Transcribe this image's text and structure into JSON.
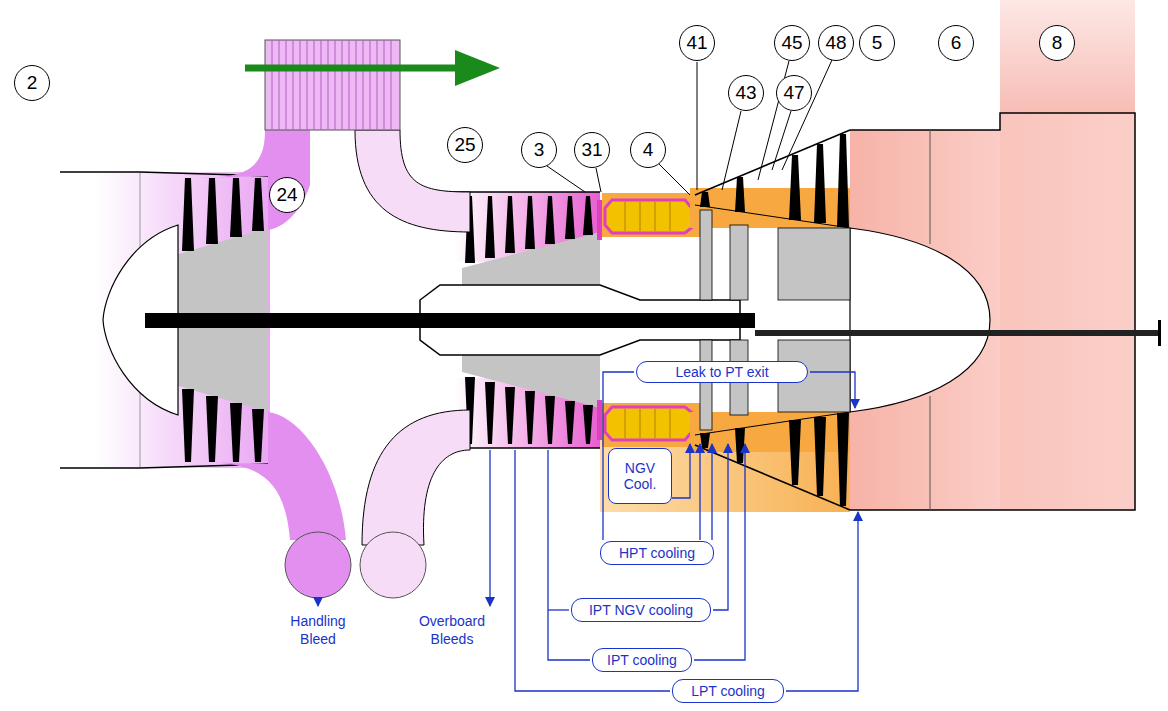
{
  "diagram": {
    "nodes": [
      {
        "text": [
          "2"
        ]
      },
      {
        "text": [
          "24"
        ]
      },
      {
        "text": [
          "25"
        ]
      },
      {
        "text": [
          "3"
        ]
      },
      {
        "text": [
          "31"
        ]
      },
      {
        "text": [
          "4"
        ]
      },
      {
        "text": [
          "41"
        ]
      },
      {
        "text": [
          "43"
        ]
      },
      {
        "text": [
          "45"
        ]
      },
      {
        "text": [
          "47"
        ]
      },
      {
        "text": [
          "48"
        ]
      },
      {
        "text": [
          "5"
        ]
      },
      {
        "text": [
          "6"
        ]
      },
      {
        "text": [
          "8"
        ]
      },
      {
        "text": [
          "Leak to PT exit"
        ]
      },
      {
        "text": [
          "NGV Cool."
        ]
      },
      {
        "text": [
          "HPT cooling"
        ]
      },
      {
        "text": [
          "IPT NGV cooling"
        ]
      },
      {
        "text": [
          "IPT cooling"
        ]
      },
      {
        "text": [
          "LPT cooling"
        ]
      }
    ],
    "labels": [
      "Handling Bleed",
      "Overboard Bleeds"
    ]
  }
}
